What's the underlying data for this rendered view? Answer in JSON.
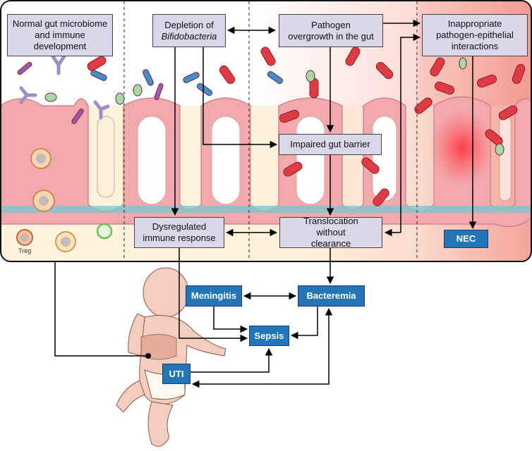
{
  "colors": {
    "process_box": "#dcd6ea",
    "outcome_box": "#2275b9",
    "pathogen": "#e03a45",
    "bifidobacteria": "#3f8fd0",
    "epithelium": "#f2a9ae",
    "inflamed": "#f37e7a"
  },
  "boxes": {
    "normal": "Normal gut microbiome and immune development",
    "depletion_line1": "Depletion of",
    "depletion_line2": "Bifidobacteria",
    "overgrowth": "Pathogen overgrowth in the gut",
    "inappropriate": "Inappropriate pathogen-epithelial interactions",
    "barrier": "Impaired gut barrier",
    "dysregulated": "Dysregulated immune response",
    "translocation": "Translocation without clearance"
  },
  "outcomes": {
    "nec": "NEC",
    "meningitis": "Meningitis",
    "bacteremia": "Bacteremia",
    "sepsis": "Sepsis",
    "uti": "UTI"
  },
  "labels": {
    "treg": "Treg"
  }
}
